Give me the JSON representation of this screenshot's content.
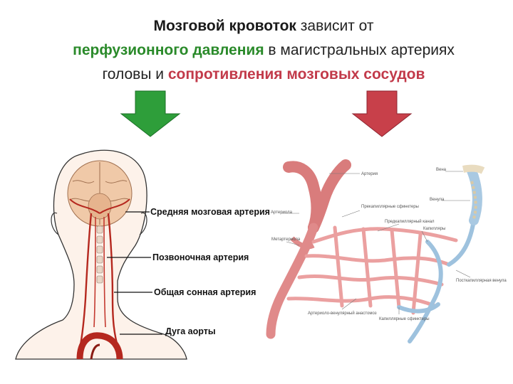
{
  "title": {
    "line1_bold": "Мозговой кровоток",
    "line1_rest": " зависит от",
    "line2_green": "перфузионного давления",
    "line2_rest": " в магистральных артериях",
    "line3_start": "головы и ",
    "line3_red": "сопротивления мозговых сосудов"
  },
  "left_labels": {
    "mca": "Средняя мозговая артерия",
    "vertebral": "Позвоночная артерия",
    "carotid": "Общая сонная артерия",
    "aorta": "Дуга аорты"
  },
  "right_labels": {
    "artery": "Артерия",
    "arteriole": "Артериола",
    "vein": "Вена",
    "venule": "Венула",
    "precap_sphincters": "Прекапиллярные сфинктеры",
    "precap_canal": "Предкапиллярный канал",
    "metarteriole": "Метартериола",
    "capillaries": "Капилляры",
    "postcap_venule": "Посткапиллярная венула",
    "av_anastomosis": "Артериоло-венулярный анастомоз",
    "cap_sphincters": "Капиллярные сфинктеры"
  },
  "colors": {
    "green_arrow": "#2e9e3a",
    "red_arrow": "#c8404a",
    "artery": "#e07a7a",
    "vein": "#8fb6d6"
  }
}
